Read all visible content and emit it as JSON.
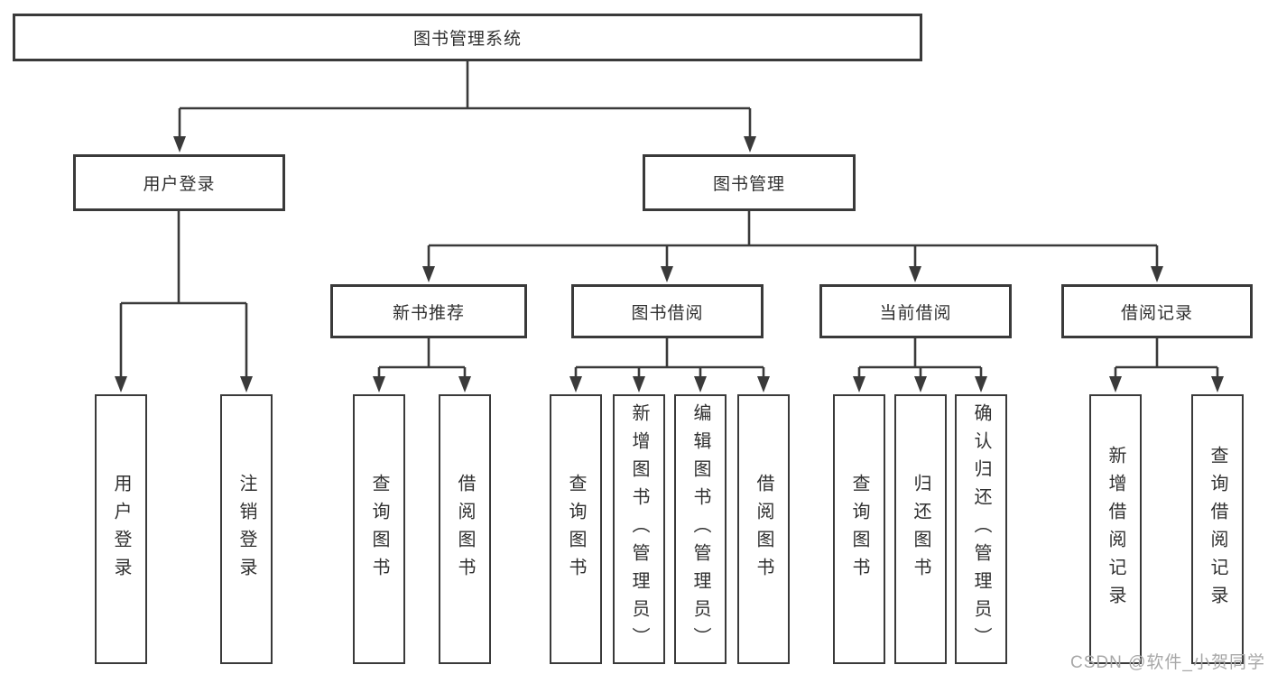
{
  "colors": {
    "line": "#3a3a3a",
    "text": "#303030",
    "background": "#ffffff",
    "watermark": "#a8a8a8"
  },
  "watermark": {
    "text": "CSDN @软件_小贺同学"
  },
  "tree": {
    "root": {
      "label": "图书管理系统",
      "children": [
        {
          "label": "用户登录",
          "children": [
            {
              "label": "用户登录"
            },
            {
              "label": "注销登录"
            }
          ]
        },
        {
          "label": "图书管理",
          "children": [
            {
              "label": "新书推荐",
              "children": [
                {
                  "label": "查询图书"
                },
                {
                  "label": "借阅图书"
                }
              ]
            },
            {
              "label": "图书借阅",
              "children": [
                {
                  "label": "查询图书"
                },
                {
                  "label": "新增图书（管理员）"
                },
                {
                  "label": "编辑图书（管理员）"
                },
                {
                  "label": "借阅图书"
                }
              ]
            },
            {
              "label": "当前借阅",
              "children": [
                {
                  "label": "查询图书"
                },
                {
                  "label": "归还图书"
                },
                {
                  "label": "确认归还（管理员）"
                }
              ]
            },
            {
              "label": "借阅记录",
              "children": [
                {
                  "label": "新增借阅记录"
                },
                {
                  "label": "查询借阅记录"
                }
              ]
            }
          ]
        }
      ]
    }
  }
}
